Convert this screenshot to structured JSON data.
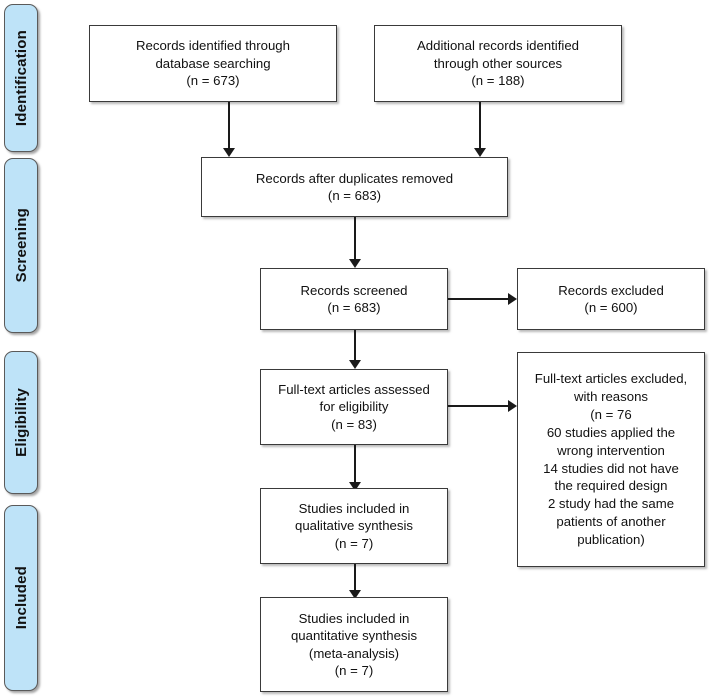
{
  "diagram": {
    "title": "PRISMA flow diagram",
    "type": "prisma-flow-diagram",
    "colors": {
      "stage_pill_fill": "#bee3f8",
      "stage_pill_border": "#5a5a5a",
      "box_border": "#3a3a3a",
      "box_fill": "#ffffff",
      "connector": "#1a1a1a",
      "text": "#111111"
    }
  },
  "stages": [
    {
      "id": "identification",
      "label": "Identification"
    },
    {
      "id": "screening",
      "label": "Screening"
    },
    {
      "id": "eligibility",
      "label": "Eligibility"
    },
    {
      "id": "included",
      "label": "Included"
    }
  ],
  "boxes": {
    "records_identified_database": {
      "text": "Records identified through\ndatabase searching\n(n = 673)",
      "n": 673
    },
    "records_identified_other": {
      "text": "Additional records identified\nthrough other sources\n(n =  188)",
      "n": 188
    },
    "records_after_duplicates": {
      "text": "Records after duplicates removed\n(n =  683)",
      "n": 683
    },
    "records_screened": {
      "text": "Records screened\n(n =  683)",
      "n": 683
    },
    "records_excluded": {
      "text": "Records excluded\n(n = 600)",
      "n": 600
    },
    "fulltext_assessed": {
      "text": "Full-text articles assessed\nfor eligibility\n(n = 83)",
      "n": 83
    },
    "fulltext_excluded": {
      "text": "Full-text articles excluded,\nwith reasons\n(n =  76\n60 studies applied the\nwrong intervention\n14 studies did not have\nthe required design\n2 study had the same\npatients of another\npublication)",
      "n": 76,
      "reasons": [
        {
          "count": 60,
          "reason": "studies applied the wrong intervention"
        },
        {
          "count": 14,
          "reason": "studies did not have the required design"
        },
        {
          "count": 2,
          "reason": "study had the same patients of another publication"
        }
      ]
    },
    "qualitative_synthesis": {
      "text": "Studies included in\nqualitative synthesis\n(n = 7)",
      "n": 7
    },
    "quantitative_synthesis": {
      "text": "Studies included in\nquantitative synthesis\n(meta-analysis)\n(n = 7)",
      "n": 7
    }
  }
}
